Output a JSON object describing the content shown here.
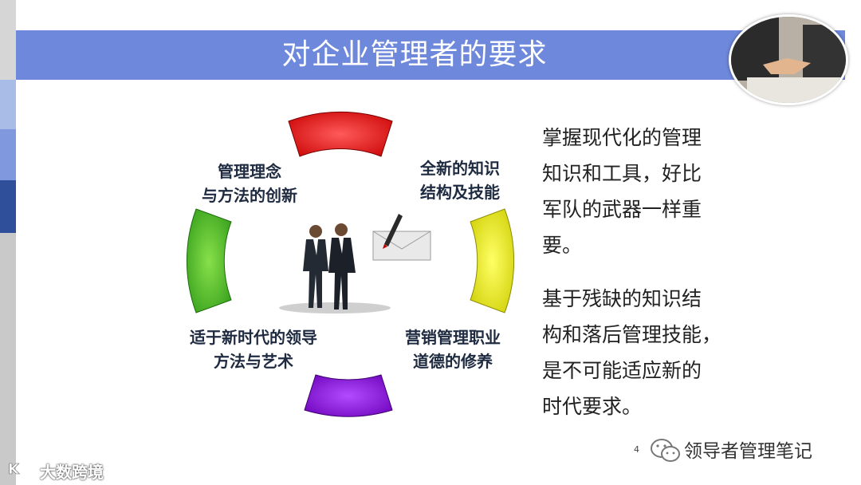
{
  "slide": {
    "title": "对企业管理者的要求",
    "page_number": "4"
  },
  "cycle": {
    "top_left": {
      "line1": "管理理念",
      "line2": "与方法的创新"
    },
    "top_right": {
      "line1": "全新的知识",
      "line2": "结构及技能"
    },
    "bottom_left": {
      "line1": "适于新时代的领导",
      "line2": "方法与艺术"
    },
    "bottom_right": {
      "line1": "营销管理职业",
      "line2": "道德的修养"
    },
    "segment_colors": {
      "top": "#e00000",
      "right": "#e6e600",
      "bottom": "#7a00cc",
      "left": "#44bb22"
    }
  },
  "right_text": {
    "para1": [
      "掌握现代化的管理",
      "知识和工具，好比",
      "军队的武器一样重",
      "要。"
    ],
    "para2": [
      "基于残缺的知识结",
      "构和落后管理技能，",
      "是不可能适应新的",
      "时代要求。"
    ]
  },
  "watermarks": {
    "wechat": "领导者管理笔记",
    "bottom_left": "大数跨境"
  },
  "colors": {
    "title_bar": "#6e88dc",
    "strip": [
      "#d0d0d0",
      "#9fb3e6",
      "#7d96dd",
      "#2f4f9a",
      "#c8c8c8"
    ]
  }
}
